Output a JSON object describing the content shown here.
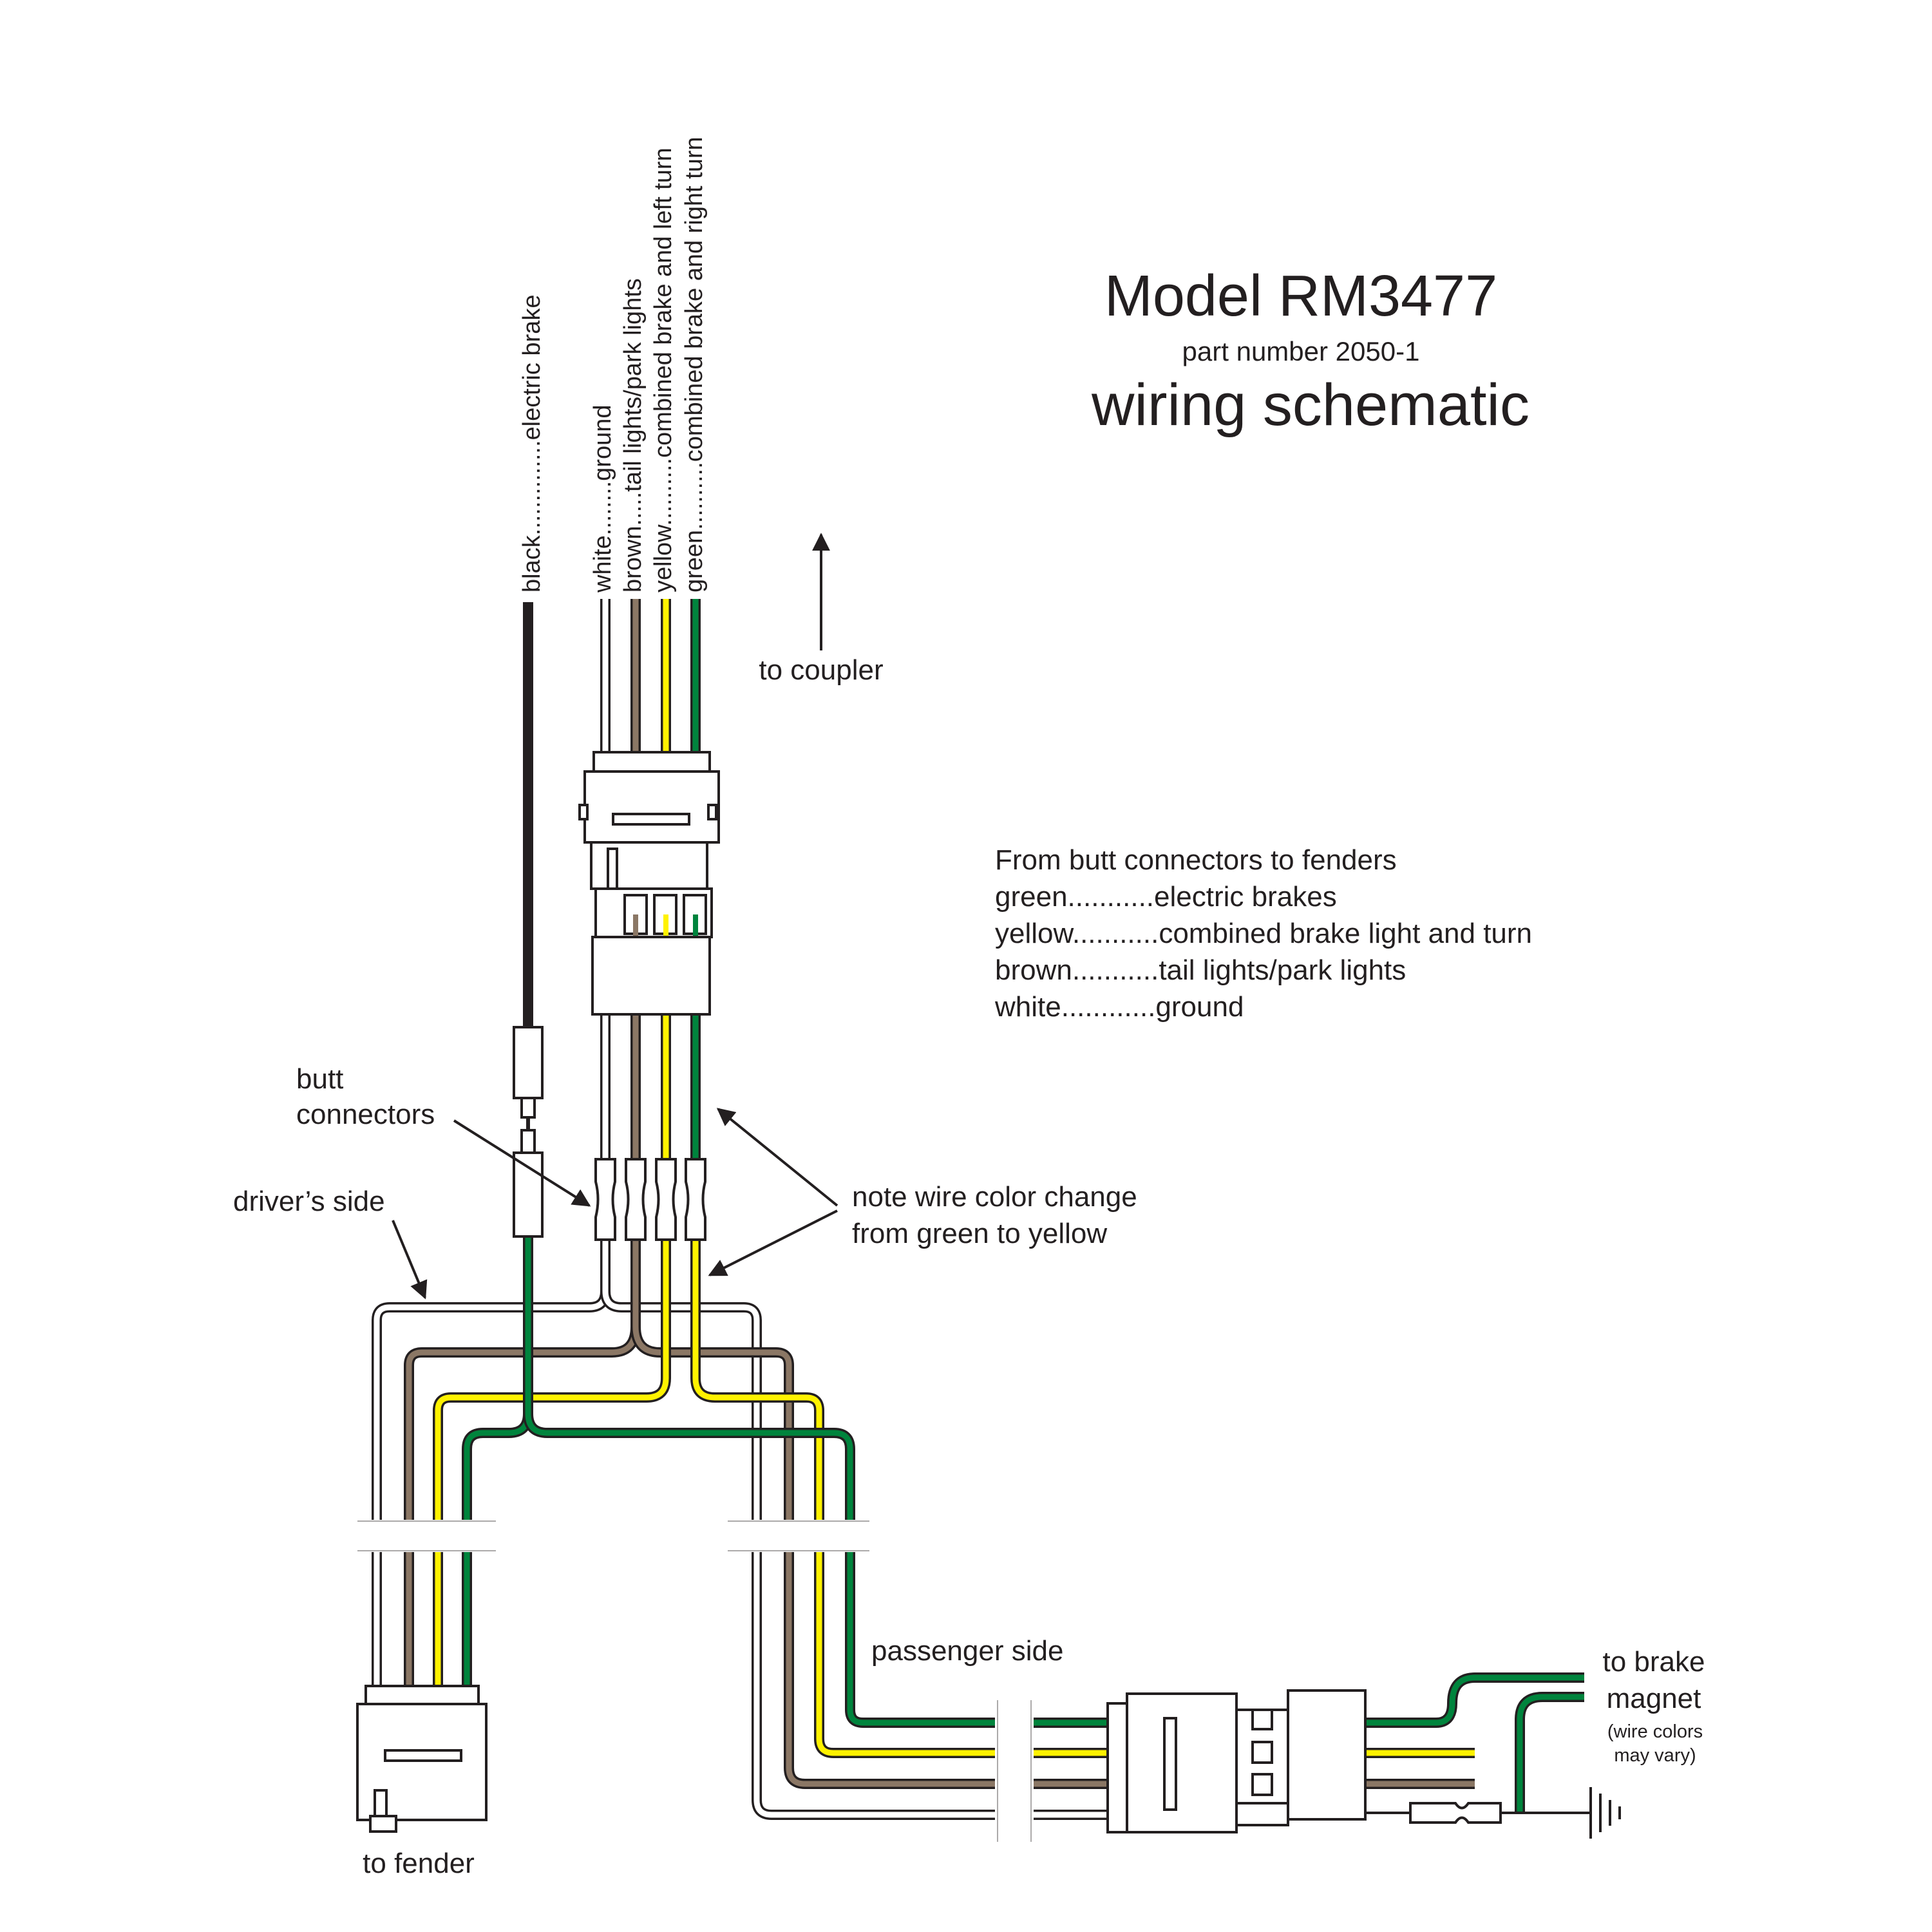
{
  "title": {
    "model": "Model RM3477",
    "part_number": "part number 2050-1",
    "subtitle": "wiring schematic"
  },
  "coupler_wires": [
    {
      "color_name": "black",
      "dots": "..............",
      "function": "electric brake",
      "hex": "#231f20"
    },
    {
      "color_name": "white",
      "dots": "........",
      "function": "ground",
      "hex": "#ffffff"
    },
    {
      "color_name": "brown",
      "dots": ".....",
      "function": "tail lights/park lights",
      "hex": "#8b7765"
    },
    {
      "color_name": "yellow",
      "dots": "..........",
      "function": "combined brake and left turn",
      "hex": "#fff200"
    },
    {
      "color_name": "green",
      "dots": "..........",
      "function": "combined brake and right turn",
      "hex": "#00843d"
    }
  ],
  "labels": {
    "to_coupler": "to coupler",
    "butt_connectors_1": "butt",
    "butt_connectors_2": "connectors",
    "drivers_side": "driver’s side",
    "note_1": "note wire color change",
    "note_2": "from green to yellow",
    "passenger_side": "passenger side",
    "to_fender": "to fender",
    "to_brake": "to brake",
    "magnet": "magnet",
    "wire_colors_1": "(wire colors",
    "wire_colors_2": "may vary)"
  },
  "fender_legend": {
    "heading": "From butt connectors to fenders",
    "rows": [
      {
        "color": "green",
        "dots": "...........",
        "function": "electric brakes"
      },
      {
        "color": "yellow",
        "dots": "...........",
        "function": "combined brake light and turn"
      },
      {
        "color": "brown",
        "dots": "...........",
        "function": "tail lights/park lights"
      },
      {
        "color": "white",
        "dots": "............",
        "function": "ground"
      }
    ]
  },
  "colors": {
    "outline": "#231f20",
    "white_wire": "#ffffff",
    "brown_wire": "#8b7765",
    "yellow_wire": "#fff200",
    "green_wire": "#00843d",
    "black_wire": "#231f20"
  }
}
